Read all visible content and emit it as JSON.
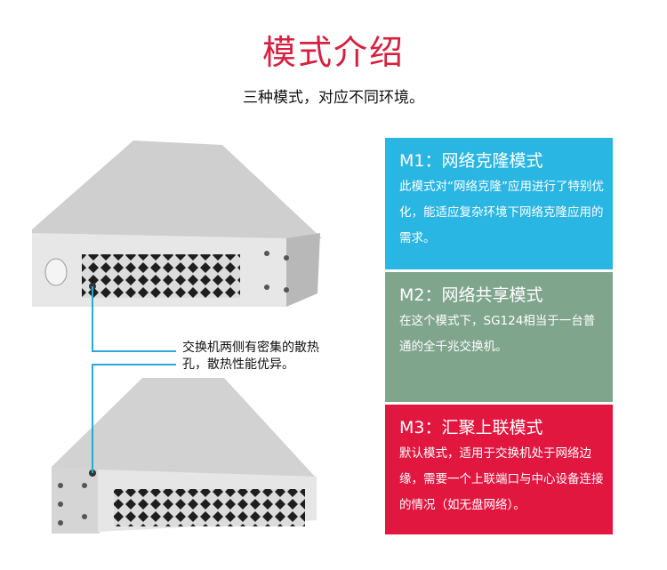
{
  "header": {
    "title": "模式介绍",
    "subtitle": "三种模式，对应不同环境。"
  },
  "callout": {
    "text": "交换机两侧有密集的散热孔，散热性能优异。"
  },
  "modes": [
    {
      "title": "M1：网络克隆模式",
      "description": "此模式对“网络克隆”应用进行了特别优化，能适应复杂环境下网络克隆应用的需求。",
      "color": "#29b6e3"
    },
    {
      "title": "M2：网络共享模式",
      "description": "在这个模式下，SG124相当于一台普通的全千兆交换机。",
      "color": "#7fa58d"
    },
    {
      "title": "M3：汇聚上联模式",
      "description": "默认模式，适用于交换机处于网络边缘，需要一个上联端口与中心设备连接的情况（如无盘网络）。",
      "color": "#e2173f"
    }
  ],
  "colors": {
    "title": "#d6203f",
    "callout_line": "#29a8e0"
  }
}
